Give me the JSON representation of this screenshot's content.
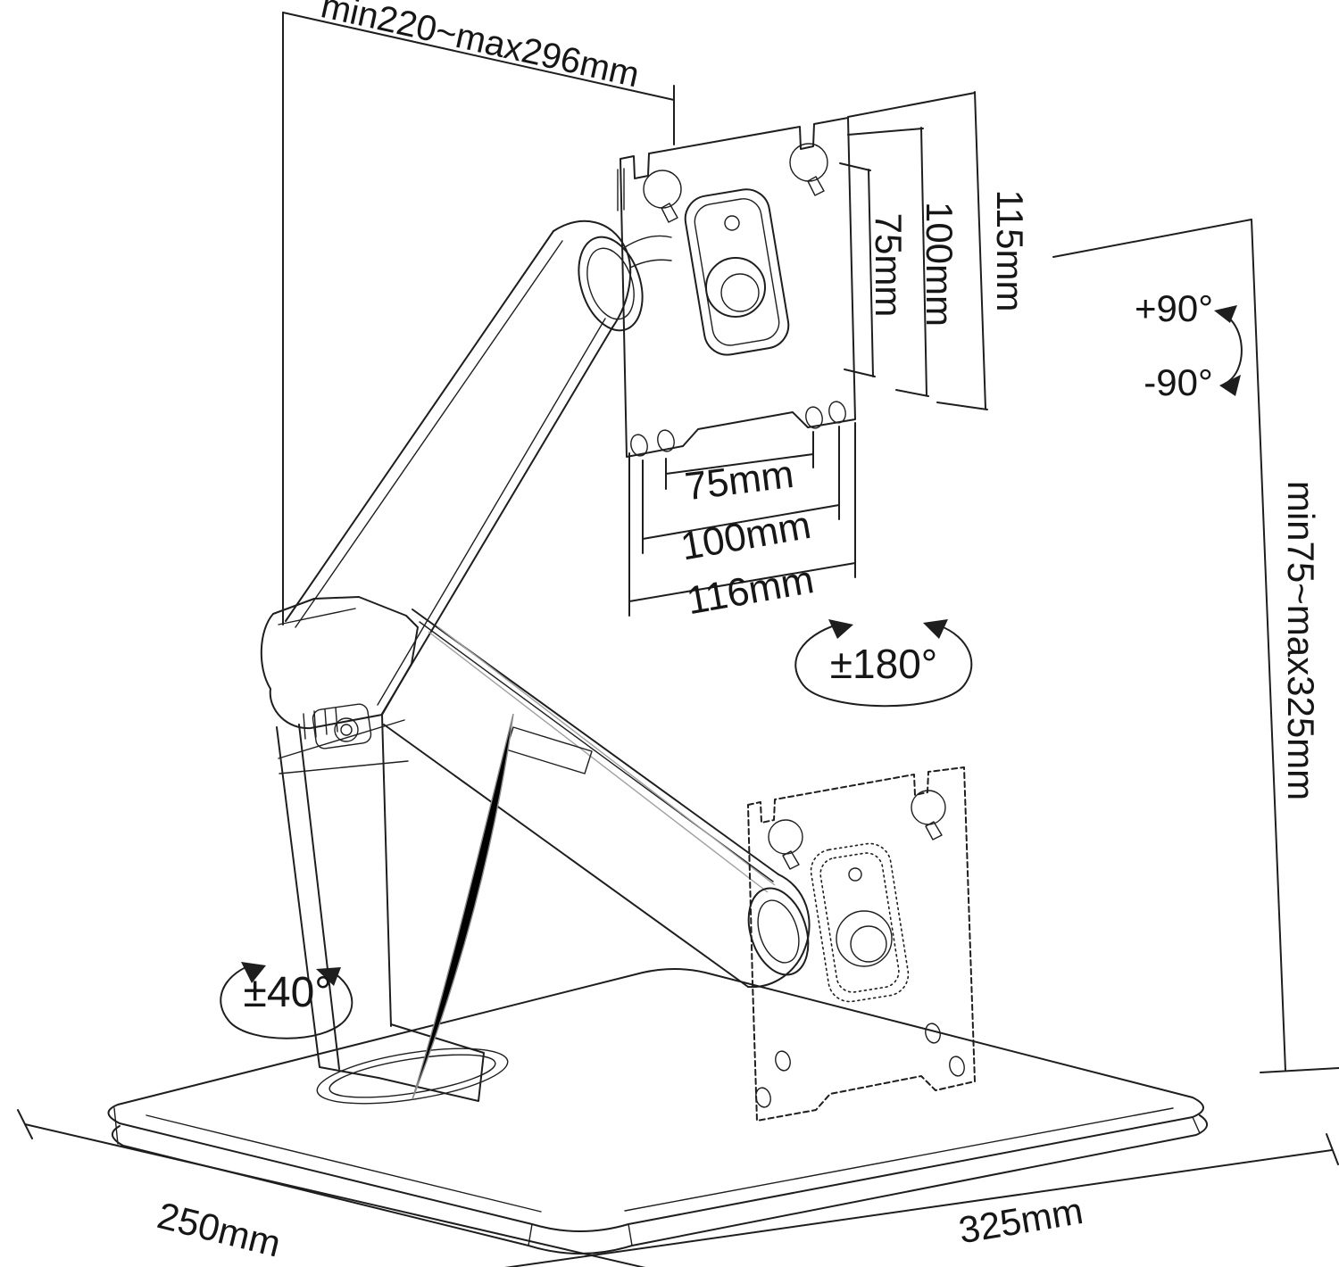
{
  "labels": {
    "top_width": "min220~max296mm",
    "vesa_vertical_75": "75mm",
    "vesa_vertical_100": "100mm",
    "vesa_vertical_115": "115mm",
    "vesa_horizontal_75": "75mm",
    "vesa_horizontal_100": "100mm",
    "vesa_horizontal_116": "116mm",
    "height_range": "min75~max325mm",
    "rotation_plus": "+90°",
    "rotation_minus": "-90°",
    "swivel_range": "±180°",
    "base_swivel_range": "±40°",
    "base_depth": "250mm",
    "base_width": "325mm"
  },
  "colors": {
    "line": "#1e1e1e",
    "light_line": "#a0a0a0",
    "background": "#ffffff"
  }
}
